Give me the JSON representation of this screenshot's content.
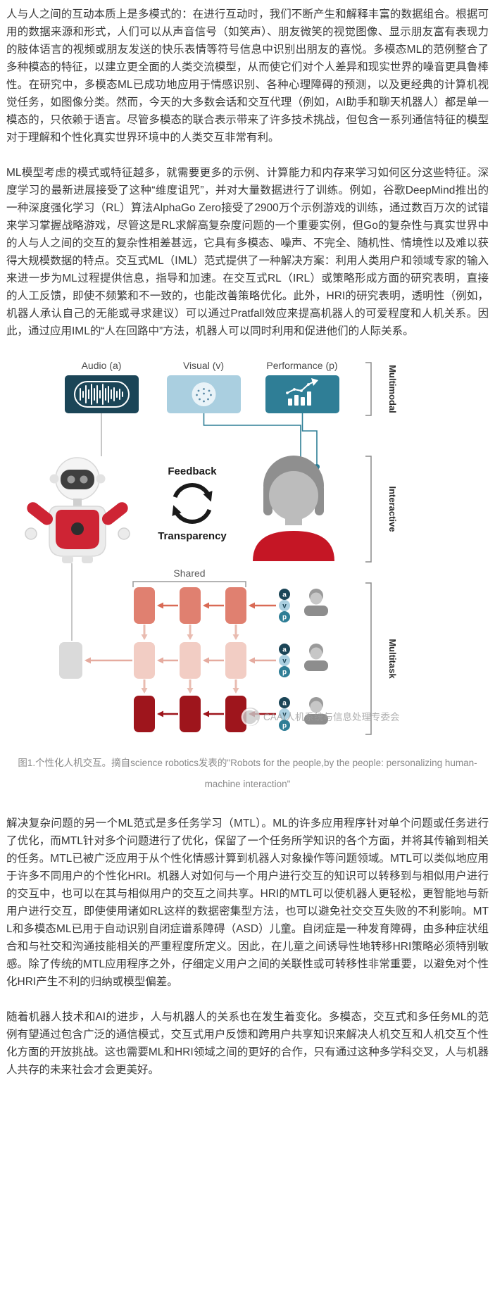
{
  "article": {
    "paragraphs": [
      "人与人之间的互动本质上是多模式的：在进行互动时，我们不断产生和解释丰富的数据组合。根据可用的数据来源和形式，人们可以从声音信号（如笑声）、朋友微笑的视觉图像、显示朋友富有表现力的肢体语言的视频或朋友发送的快乐表情等符号信息中识别出朋友的喜悦。多模态ML的范例整合了多种模态的特征，以建立更全面的人类交流模型，从而使它们对个人差异和现实世界的噪音更具鲁棒性。在研究中，多模态ML已成功地应用于情感识别、各种心理障碍的预测，以及更经典的计算机视觉任务，如图像分类。然而，今天的大多数会话和交互代理（例如，AI助手和聊天机器人）都是单一模态的，只依赖于语言。尽管多模态的联合表示带来了许多技术挑战，但包含一系列通信特征的模型对于理解和个性化真实世界环境中的人类交互非常有利。",
      "ML模型考虑的模式或特征越多，就需要更多的示例、计算能力和内存来学习如何区分这些特征。深度学习的最新进展接受了这种“维度诅咒”，并对大量数据进行了训练。例如，谷歌DeepMind推出的一种深度强化学习（RL）算法AlphaGo Zero接受了2900万个示例游戏的训练，通过数百万次的试错来学习掌握战略游戏，尽管这是RL求解高复杂度问题的一个重要实例，但Go的复杂性与真实世界中的人与人之间的交互的复杂性相差甚远，它具有多模态、噪声、不完全、随机性、情境性以及难以获得大规模数据的特点。交互式ML（IML）范式提供了一种解决方案：利用人类用户和领域专家的输入来进一步为ML过程提供信息，指导和加速。在交互式RL（IRL）或策略形成方面的研究表明，直接的人工反馈，即使不频繁和不一致的，也能改善策略优化。此外，HRI的研究表明，透明性（例如，机器人承认自己的无能或寻求建议）可以通过Pratfall效应来提高机器人的可爱程度和人机关系。因此，通过应用IML的“人在回路中”方法，机器人可以同时利用和促进他们的人际关系。",
      "解决复杂问题的另一个ML范式是多任务学习（MTL）。ML的许多应用程序针对单个问题或任务进行了优化，而MTL针对多个问题进行了优化，保留了一个任务所学知识的各个方面，并将其传输到相关的任务。MTL已被广泛应用于从个性化情感计算到机器人对象操作等问题领域。MTL可以类似地应用于许多不同用户的个性化HRI。机器人对如何与一个用户进行交互的知识可以转移到与相似用户进行的交互中，也可以在其与相似用户的交互之间共享。HRI的MTL可以使机器人更轻松，更智能地与新用户进行交互，即使使用诸如RL这样的数据密集型方法，也可以避免社交交互失败的不利影响。MTL和多模态ML已用于自动识别自闭症谱系障碍（ASD）儿童。自闭症是一种发育障碍，由多种症状组合和与社交和沟通技能相关的严重程度所定义。因此，在儿童之间诱导性地转移HRI策略必须特别敏感。除了传统的MTL应用程序之外，仔细定义用户之间的关联性或可转移性非常重要，以避免对个性化HRI产生不利的归纳或模型偏差。",
      "随着机器人技术和AI的进步，人与机器人的关系也在发生着变化。多模态，交互式和多任务ML的范例有望通过包含广泛的通信模式，交互式用户反馈和跨用户共享知识来解决人机交互和人机交互个性化方面的开放挑战。这也需要ML和HRI领域之间的更好的合作，只有通过这种多学科交叉，人与机器人共存的未来社会才会更美好。"
    ],
    "figure_caption": "图1.个性化人机交互。摘自science robotics发表的\"Robots for the people,by the people: personalizing human-machine interaction\""
  },
  "figure": {
    "modalities": [
      {
        "label": "Audio (a)",
        "key": "a",
        "color": "#1b4557"
      },
      {
        "label": "Visual (v)",
        "key": "v",
        "color": "#aacfe0"
      },
      {
        "label": "Performance (p)",
        "key": "p",
        "color": "#2f7e96"
      }
    ],
    "side_labels": {
      "multimodal": "Multimodal",
      "interactive": "Interactive",
      "multitask": "Multitask"
    },
    "feedback_label": "Feedback",
    "transparency_label": "Transparency",
    "shared_label": "Shared",
    "avp": [
      "a",
      "v",
      "p"
    ],
    "watermark": "CAAI人机系统与信息处理专委会",
    "colors": {
      "audio_box": "#1b4557",
      "visual_box": "#aacfe0",
      "performance_box": "#2f7e96",
      "task_row_top": "#e08070",
      "task_row_mid": "#f2cdc4",
      "task_row_bottom": "#9e151c",
      "robot_red": "#ce2434",
      "person_shirt": "#c51625"
    }
  }
}
